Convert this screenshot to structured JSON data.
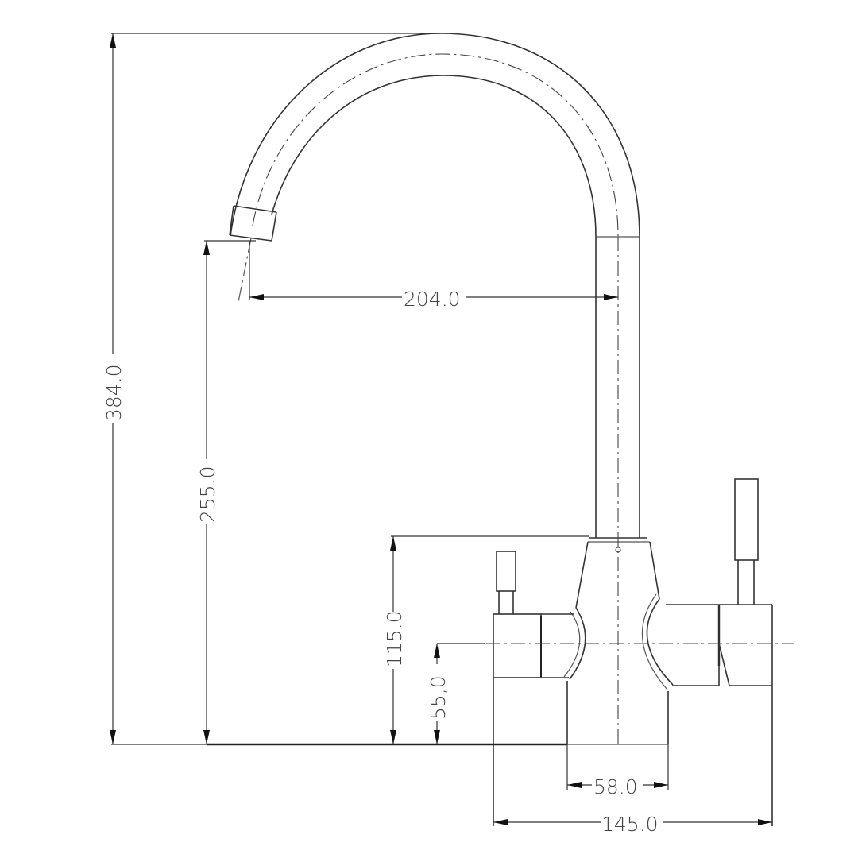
{
  "drawing": {
    "subject": "Kitchen faucet with filtered water lever",
    "units": "mm",
    "stroke_color": "#333333",
    "background": "#ffffff"
  },
  "dimensions": {
    "total_height": "384.0",
    "spout_outlet_height": "255.0",
    "spout_reach": "204.0",
    "body_height": "115.0",
    "lever_axis_height": "55,0",
    "base_width": "58.0",
    "overall_width": "145.0"
  }
}
